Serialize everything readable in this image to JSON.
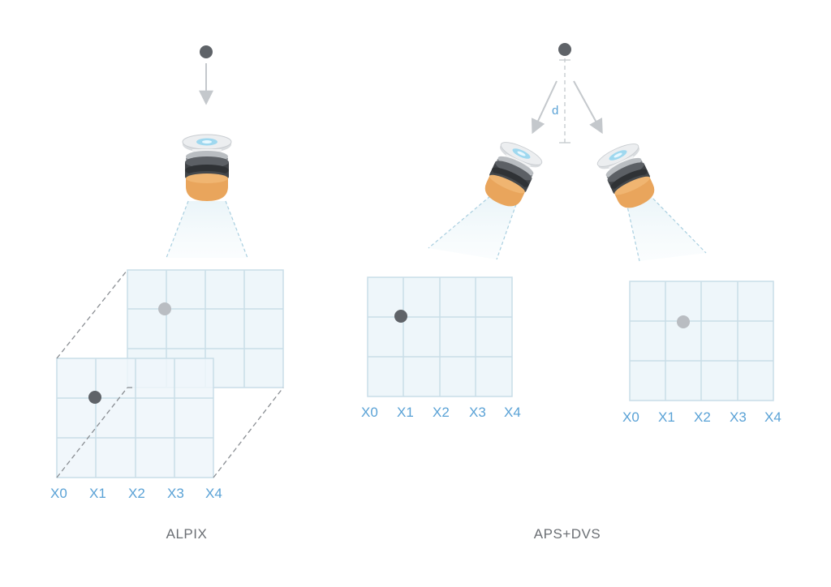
{
  "panels": {
    "alpix": {
      "label": "ALPIX",
      "front_ticks": [
        "X0",
        "X1",
        "X2",
        "X3",
        "X4"
      ]
    },
    "aps_dvs": {
      "label": "APS+DVS",
      "left_ticks": [
        "X0",
        "X1",
        "X2",
        "X3",
        "X4"
      ],
      "right_ticks": [
        "X0",
        "X1",
        "X2",
        "X3",
        "X4"
      ],
      "distance_label": "d"
    }
  },
  "colors": {
    "grid_fill": "#eef6fa",
    "grid_line": "#c9dde8",
    "tick_text": "#5aa2d6",
    "dark_point": "#5f6368",
    "light_point": "#b9bdc2",
    "camera_body": "#e9a55c",
    "arrow": "#c4c8cc"
  }
}
